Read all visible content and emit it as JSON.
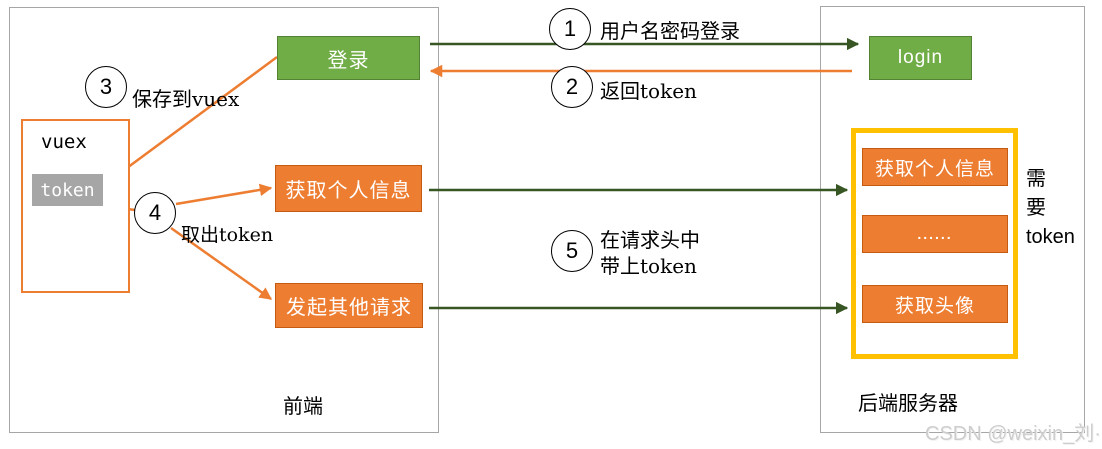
{
  "frontend": {
    "label": "前端",
    "boxes": {
      "login": "登录",
      "get_profile": "获取个人信息",
      "other_requests": "发起其他请求"
    },
    "vuex": {
      "title": "vuex",
      "token_label": "token"
    }
  },
  "backend": {
    "label": "后端服务器",
    "login_box": "login",
    "token_group": {
      "get_profile": "获取个人信息",
      "ellipsis": "......",
      "get_avatar": "获取头像"
    },
    "need_token": {
      "char1": "需",
      "char2": "要",
      "word": "token"
    }
  },
  "steps": {
    "s1": {
      "num": "1",
      "label": "用户名密码登录"
    },
    "s2": {
      "num": "2",
      "label": "返回token"
    },
    "s3": {
      "num": "3",
      "label": "保存到vuex"
    },
    "s4": {
      "num": "4",
      "label": "取出token"
    },
    "s5": {
      "num": "5",
      "label_line1": "在请求头中",
      "label_line2": "带上token"
    }
  },
  "watermark": "CSDN @weixin_刘·",
  "colors": {
    "green_fill": "#70AD47",
    "green_border": "#548235",
    "orange_fill": "#ED7D31",
    "orange_border": "#C55A11",
    "orange_arrow": "#ED7D31",
    "dark_green_arrow": "#375623",
    "gray_token_fill": "#A6A6A6",
    "container_border": "#A6A6A6",
    "yellow_group_border": "#FFC000"
  }
}
